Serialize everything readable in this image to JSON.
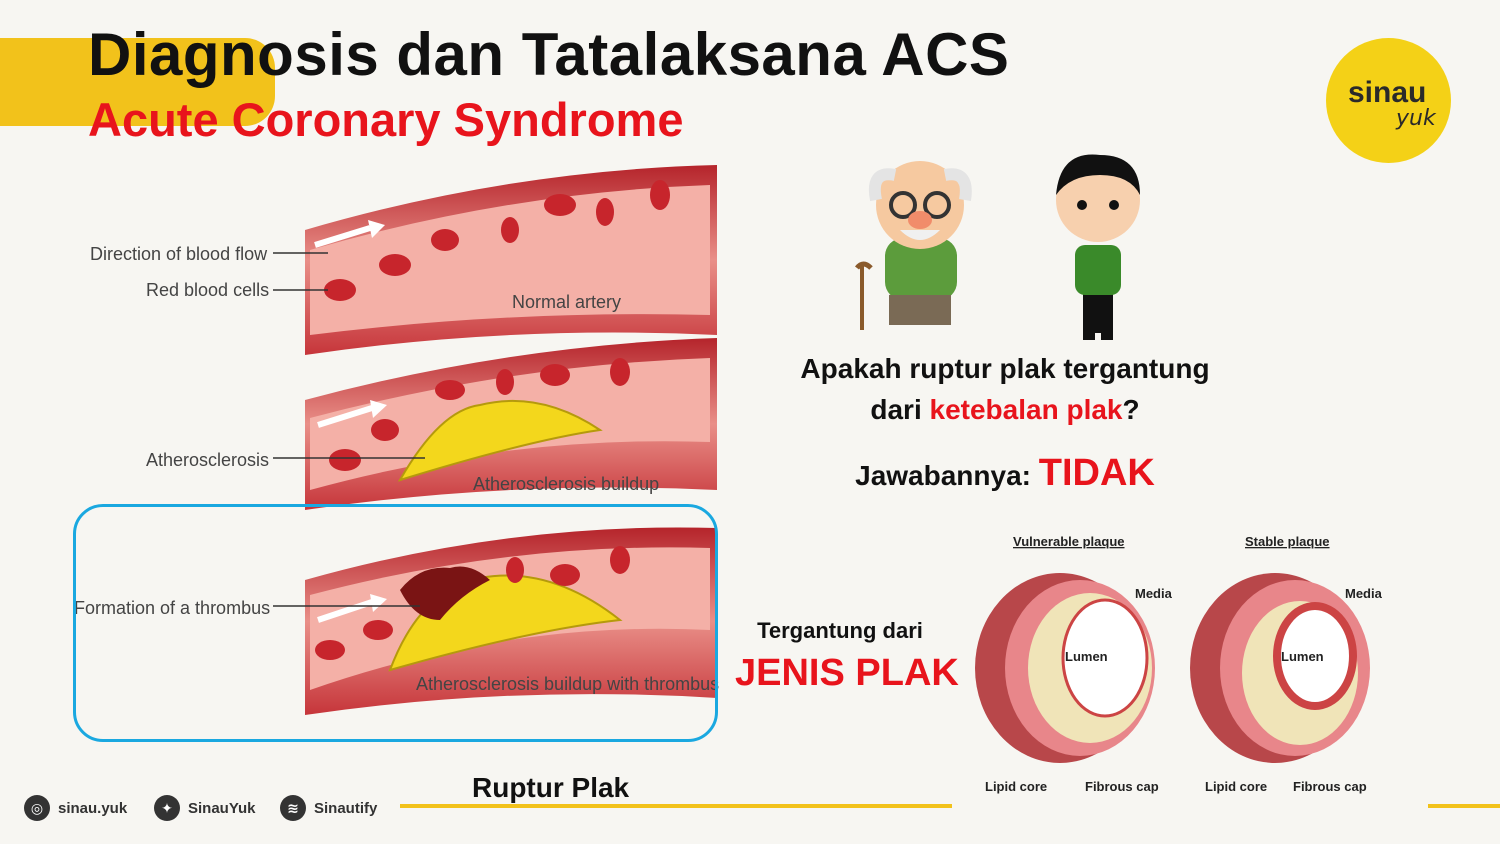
{
  "slide": {
    "title": "Diagnosis dan Tatalaksana ACS",
    "subtitle": "Acute Coronary Syndrome"
  },
  "logo": {
    "line1": "sinau",
    "line2": "yuk"
  },
  "artery_diagram": {
    "labels": {
      "direction": "Direction of blood flow",
      "rbc": "Red blood cells",
      "normal": "Normal artery",
      "athero": "Atherosclerosis",
      "athero_buildup": "Atherosclerosis buildup",
      "thrombus": "Formation of a thrombus",
      "thrombus_buildup": "Atherosclerosis buildup with thrombus"
    }
  },
  "question": {
    "line1": "Apakah ruptur plak tergantung",
    "line2_prefix": "dari ",
    "line2_highlight": "ketebalan plak",
    "line2_suffix": "?"
  },
  "answer": {
    "prefix": "Jawabannya: ",
    "value": "TIDAK"
  },
  "dependency": {
    "label": "Tergantung dari",
    "value": "JENIS PLAK"
  },
  "plaque_diagram": {
    "vulnerable_title": "Vulnerable plaque",
    "stable_title": "Stable plaque",
    "media": "Media",
    "lumen": "Lumen",
    "lipid_core": "Lipid core",
    "fibrous_cap": "Fibrous cap"
  },
  "caption": "Ruptur Plak",
  "footer": {
    "instagram": "sinau.yuk",
    "twitter": "SinauYuk",
    "spotify": "Sinautify"
  },
  "colors": {
    "accent_yellow": "#f2c21b",
    "title_red": "#e8141c",
    "highlight_blue": "#1aa8e0"
  }
}
